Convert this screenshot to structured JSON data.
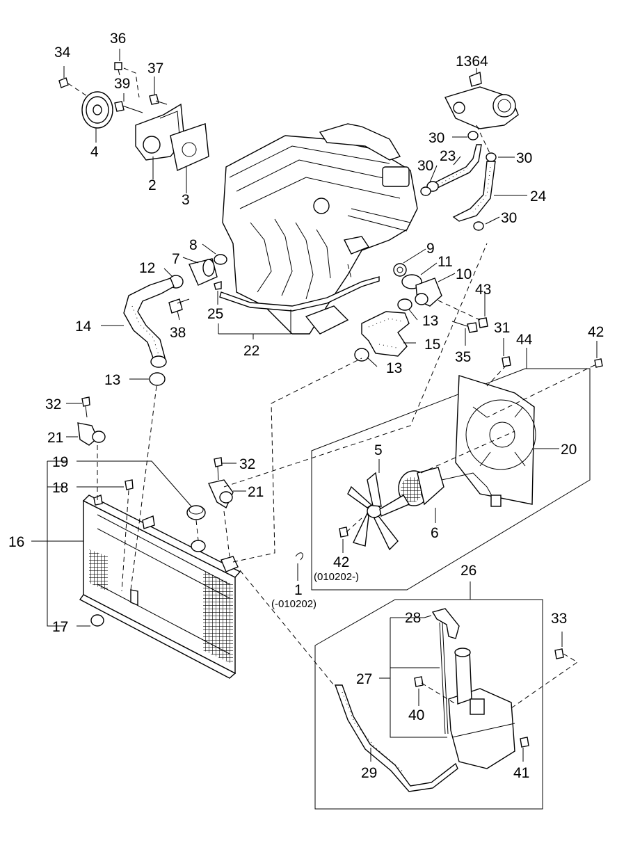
{
  "callouts": {
    "c1": "1",
    "c1_note": "(-010202)",
    "c2": "2",
    "c3": "3",
    "c4": "4",
    "c5": "5",
    "c6": "6",
    "c7": "7",
    "c8": "8",
    "c9": "9",
    "c10": "10",
    "c11": "11",
    "c12": "12",
    "c13a": "13",
    "c13b": "13",
    "c13c": "13",
    "c14": "14",
    "c15": "15",
    "c16": "16",
    "c17": "17",
    "c18": "18",
    "c19": "19",
    "c20": "20",
    "c21a": "21",
    "c21b": "21",
    "c22": "22",
    "c23": "23",
    "c24": "24",
    "c25": "25",
    "c26": "26",
    "c27": "27",
    "c28": "28",
    "c29": "29",
    "c30a": "30",
    "c30b": "30",
    "c30c": "30",
    "c30d": "30",
    "c31": "31",
    "c32a": "32",
    "c32b": "32",
    "c33": "33",
    "c34": "34",
    "c35": "35",
    "c36": "36",
    "c37": "37",
    "c38": "38",
    "c39": "39",
    "c40": "40",
    "c41": "41",
    "c42a": "42",
    "c42b": "42",
    "c42b_note": "(010202-)",
    "c43": "43",
    "c44": "44",
    "c1364": "1364"
  }
}
